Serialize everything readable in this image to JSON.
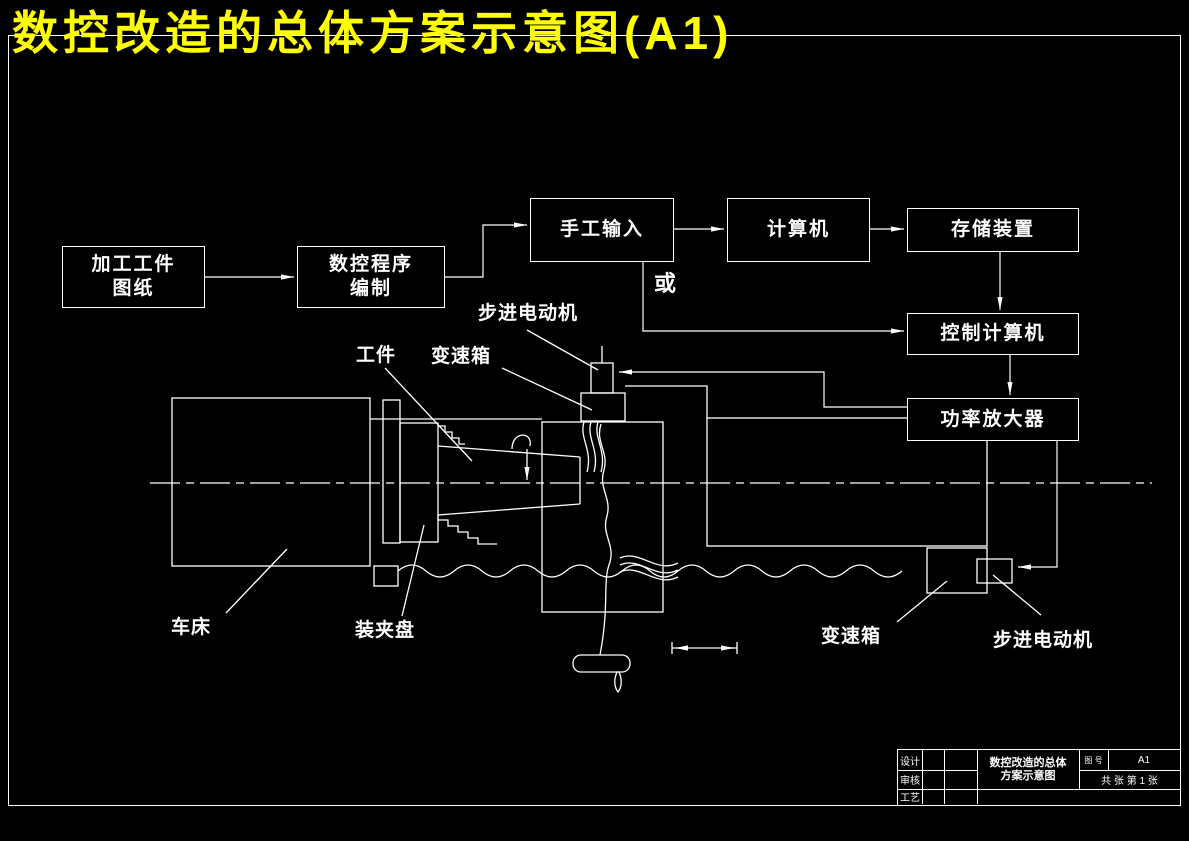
{
  "title": "数控改造的总体方案示意图(A1)",
  "colors": {
    "background": "#000000",
    "line": "#ffffff",
    "title": "#ffff00"
  },
  "flowchart": {
    "box_draw": {
      "line1": "加工工件",
      "line2": "图纸"
    },
    "box_prog": {
      "line1": "数控程序",
      "line2": "编制"
    },
    "box_manual": {
      "label": "手工输入"
    },
    "box_computer": {
      "label": "计算机"
    },
    "box_storage": {
      "label": "存储装置"
    },
    "box_control": {
      "label": "控制计算机"
    },
    "box_amp": {
      "label": "功率放大器"
    },
    "or_label": "或"
  },
  "machine_labels": {
    "workpiece": "工件",
    "gearbox_top": "变速箱",
    "stepper_top": "步进电动机",
    "lathe": "车床",
    "chuck": "装夹盘",
    "gearbox_bottom": "变速箱",
    "stepper_bottom": "步进电动机"
  },
  "title_block": {
    "design": "设计",
    "check": "审核",
    "process": "工艺",
    "name_line1": "数控改造的总体",
    "name_line2": "方案示意图",
    "no_label": "图 号",
    "no_value": "A1",
    "sheets": "共  张 第 1 张"
  }
}
